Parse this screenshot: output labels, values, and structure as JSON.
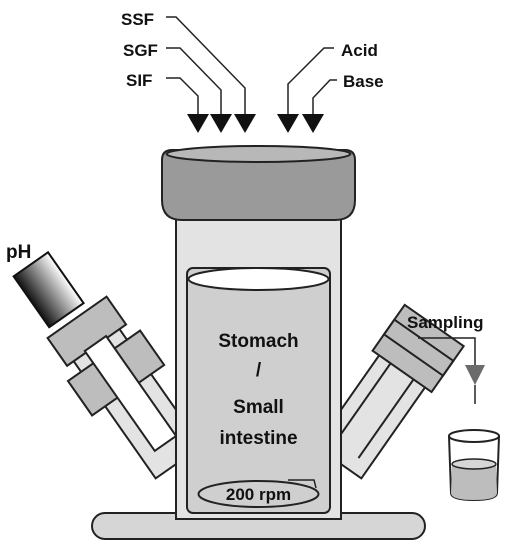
{
  "inputs": {
    "left": [
      "SSF",
      "SGF",
      "SIF"
    ],
    "right": [
      "Acid",
      "Base"
    ]
  },
  "probe_label": "pH",
  "sampling_label": "Sampling",
  "vessel_text": {
    "line1": "Stomach",
    "line2": "/",
    "line3": "Small",
    "line4": "intestine"
  },
  "stirrer_label": "200 rpm",
  "colors": {
    "outline": "#222222",
    "cap": "#9a9a9a",
    "glass": "#e3e3e3",
    "liquid": "#cfcfcf",
    "arrow": "#111111",
    "probe_tip": "#111111",
    "sampling_arrow": "#6b6b6b"
  }
}
